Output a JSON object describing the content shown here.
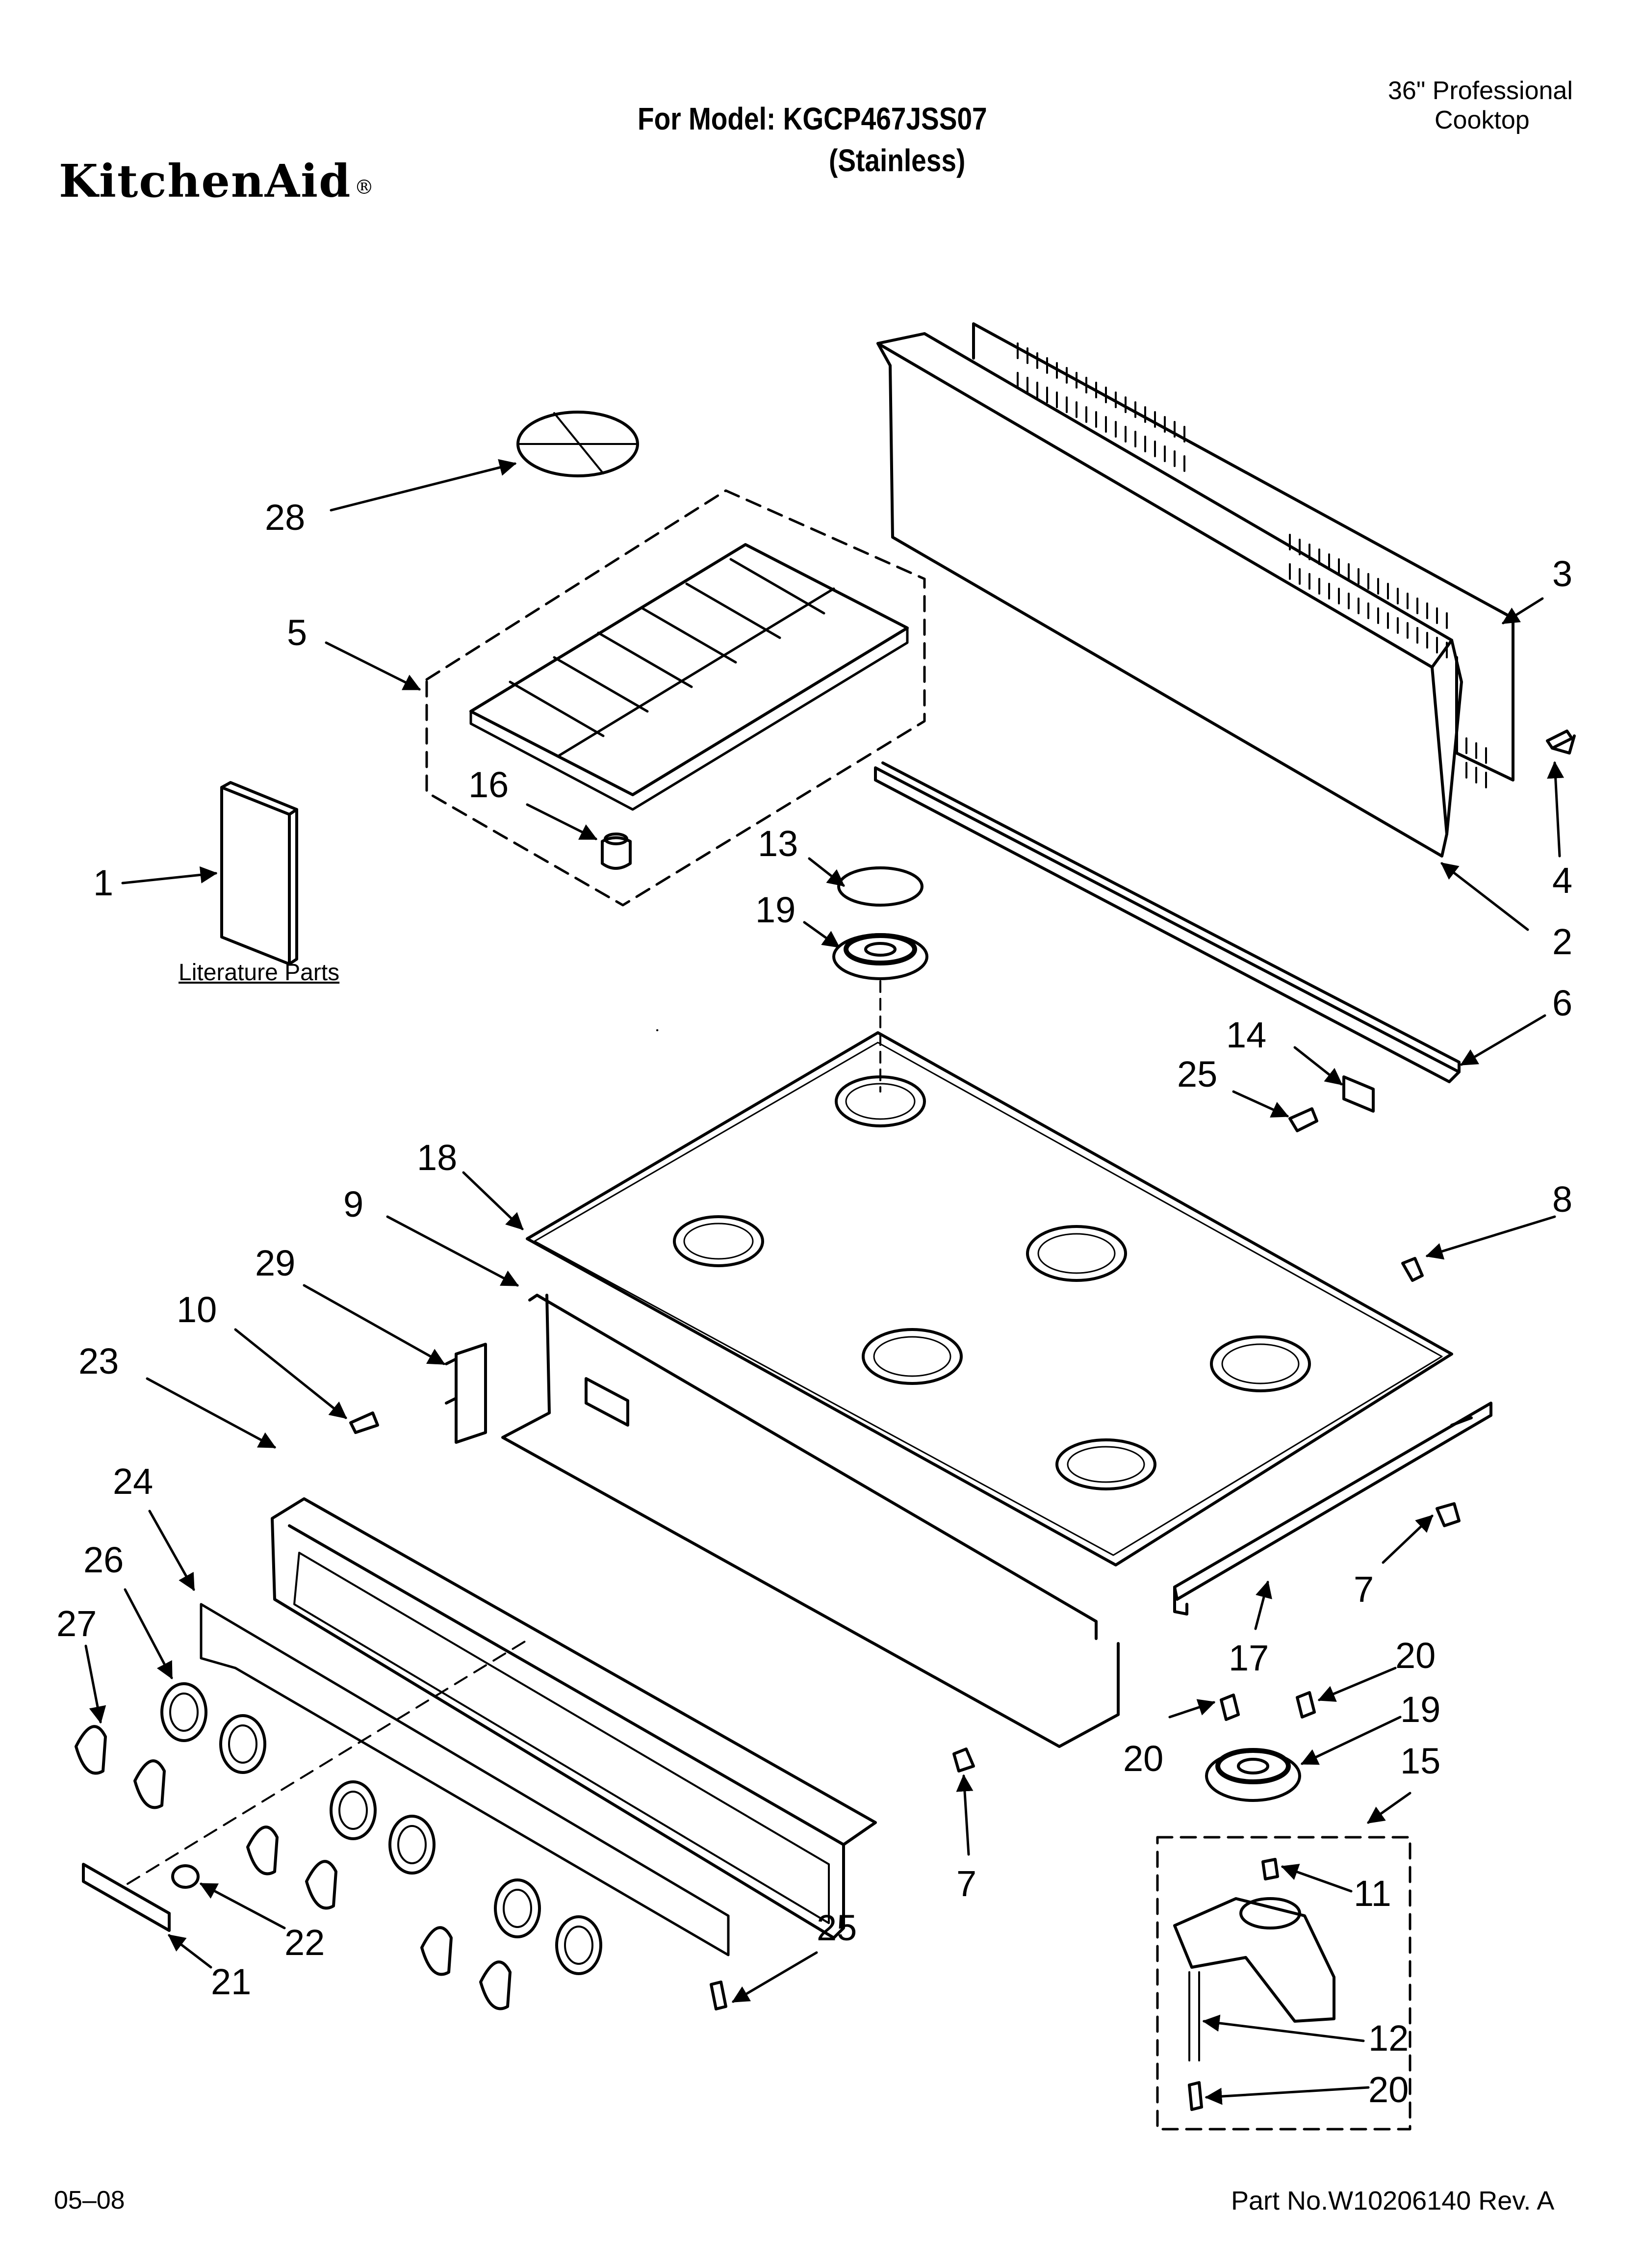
{
  "header": {
    "brand": "KitchenAid",
    "model_line": "For Model: KGCP467JSS07",
    "variant": "(Stainless)",
    "product_line1": "36\" Professional",
    "product_line2": "Cooktop"
  },
  "footer": {
    "date_code": "05–08",
    "part_number": "Part No.W10206140 Rev. A"
  },
  "literature_label": "Literature Parts",
  "callouts": [
    {
      "id": "c28",
      "label": "28"
    },
    {
      "id": "c5",
      "label": "5"
    },
    {
      "id": "c16",
      "label": "16"
    },
    {
      "id": "c1",
      "label": "1"
    },
    {
      "id": "c13",
      "label": "13"
    },
    {
      "id": "c19a",
      "label": "19"
    },
    {
      "id": "c3",
      "label": "3"
    },
    {
      "id": "c4",
      "label": "4"
    },
    {
      "id": "c2",
      "label": "2"
    },
    {
      "id": "c6",
      "label": "6"
    },
    {
      "id": "c14",
      "label": "14"
    },
    {
      "id": "c25a",
      "label": "25"
    },
    {
      "id": "c18",
      "label": "18"
    },
    {
      "id": "c9",
      "label": "9"
    },
    {
      "id": "c29",
      "label": "29"
    },
    {
      "id": "c10",
      "label": "10"
    },
    {
      "id": "c23",
      "label": "23"
    },
    {
      "id": "c8",
      "label": "8"
    },
    {
      "id": "c24",
      "label": "24"
    },
    {
      "id": "c26",
      "label": "26"
    },
    {
      "id": "c27",
      "label": "27"
    },
    {
      "id": "c7a",
      "label": "7"
    },
    {
      "id": "c17",
      "label": "17"
    },
    {
      "id": "c20a",
      "label": "20"
    },
    {
      "id": "c20b",
      "label": "20"
    },
    {
      "id": "c19b",
      "label": "19"
    },
    {
      "id": "c15",
      "label": "15"
    },
    {
      "id": "c7b",
      "label": "7"
    },
    {
      "id": "c25b",
      "label": "25"
    },
    {
      "id": "c11",
      "label": "11"
    },
    {
      "id": "c22",
      "label": "22"
    },
    {
      "id": "c21",
      "label": "21"
    },
    {
      "id": "c12",
      "label": "12"
    },
    {
      "id": "c20c",
      "label": "20"
    }
  ]
}
